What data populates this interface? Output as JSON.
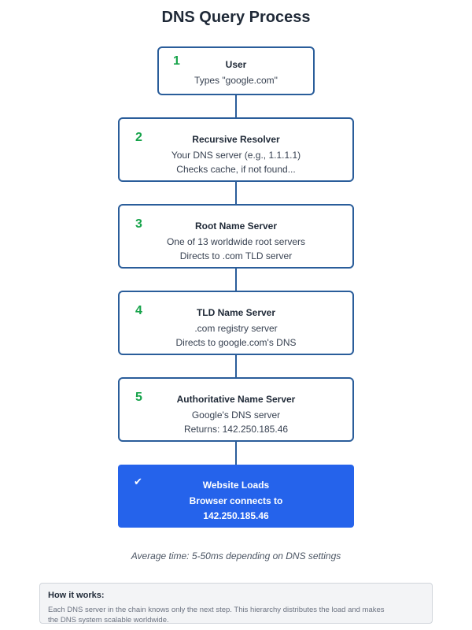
{
  "title": "DNS Query Process",
  "steps": [
    {
      "number": "1",
      "title": "User",
      "lines": [
        "Types \"google.com\""
      ]
    },
    {
      "number": "2",
      "title": "Recursive Resolver",
      "lines": [
        "Your DNS server (e.g., 1.1.1.1)",
        "Checks cache, if not found..."
      ]
    },
    {
      "number": "3",
      "title": "Root Name Server",
      "lines": [
        "One of 13 worldwide root servers",
        "Directs to .com TLD server"
      ]
    },
    {
      "number": "4",
      "title": "TLD Name Server",
      "lines": [
        ".com registry server",
        "Directs to google.com's DNS"
      ]
    },
    {
      "number": "5",
      "title": "Authoritative Name Server",
      "lines": [
        "Google's DNS server",
        "Returns: 142.250.185.46"
      ]
    }
  ],
  "final": {
    "icon": "check-icon",
    "icon_glyph": "✔",
    "lines": [
      "Website Loads",
      "Browser connects to",
      "142.250.185.46"
    ]
  },
  "average_time": "Average time: 5-50ms depending on DNS settings",
  "info": {
    "title": "How it works:",
    "text": "Each DNS server in the chain knows only the next step. This hierarchy distributes the load and makes the DNS system scalable worldwide."
  },
  "colors": {
    "step_border": "#2a5d9a",
    "step_number": "#16a34a",
    "final_background": "#2563eb",
    "info_background": "#f3f4f6"
  }
}
